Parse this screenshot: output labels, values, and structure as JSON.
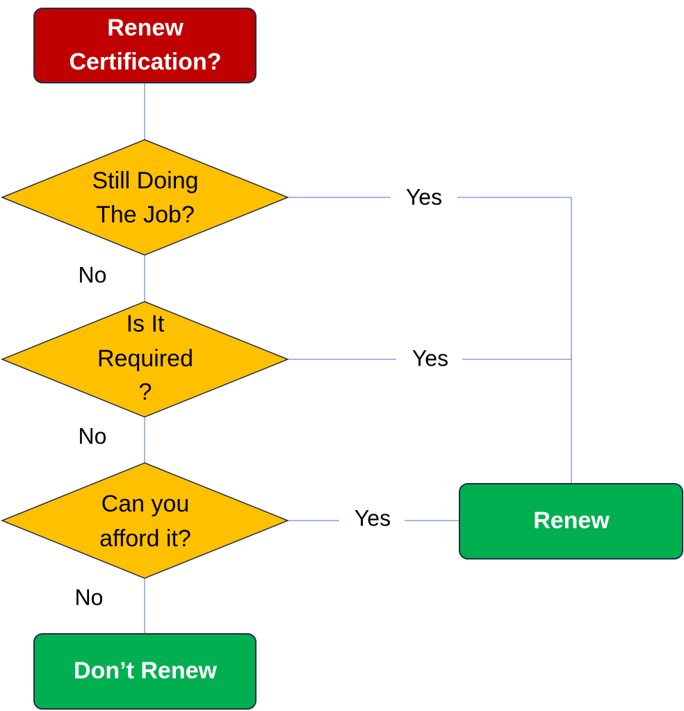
{
  "colors": {
    "start_fill": "#c00000",
    "decision_fill": "#ffc000",
    "outcome_fill": "#00b050",
    "border": "#1f2d4d",
    "connector": "#4472c4"
  },
  "nodes": {
    "start": {
      "line1": "Renew",
      "line2": "Certification?"
    },
    "q1": {
      "line1": "Still Doing",
      "line2": "The Job?"
    },
    "q2": {
      "line1": "Is It",
      "line2": "Required",
      "line3": "?"
    },
    "q3": {
      "line1": "Can you",
      "line2": "afford it?"
    },
    "renew": {
      "label": "Renew"
    },
    "dont_renew": {
      "label": "Don’t Renew"
    }
  },
  "edges": {
    "q1_yes": "Yes",
    "q1_no": "No",
    "q2_yes": "Yes",
    "q2_no": "No",
    "q3_yes": "Yes",
    "q3_no": "No"
  }
}
